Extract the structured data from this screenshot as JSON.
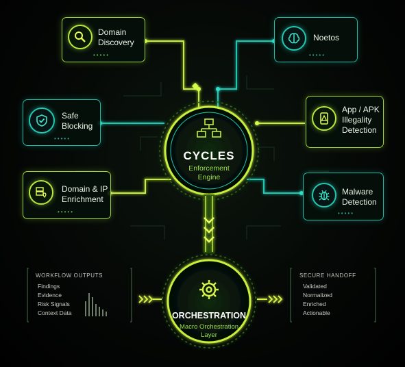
{
  "hub": {
    "title": "CYCLES",
    "subtitle": "Enforcement\nEngine"
  },
  "orchestration": {
    "title": "ORCHESTRATION",
    "subtitle": "Macro Orchestration\nLayer"
  },
  "modules": [
    {
      "id": "domain-discovery",
      "label": "Domain\nDiscovery",
      "icon": "search-icon"
    },
    {
      "id": "noetos",
      "label": "Noetos",
      "icon": "brain-icon"
    },
    {
      "id": "safe-blocking",
      "label": "Safe\nBlocking",
      "icon": "shield-check-icon"
    },
    {
      "id": "app-apk",
      "label": "App / APK\nIllegality\nDetection",
      "icon": "phone-warning-icon"
    },
    {
      "id": "domain-ip",
      "label": "Domain & IP\nEnrichment",
      "icon": "server-location-icon"
    },
    {
      "id": "malware",
      "label": "Malware\nDetection",
      "icon": "bug-icon"
    }
  ],
  "workflow_outputs": {
    "title": "WORKFLOW OUTPUTS",
    "items": [
      "Findings",
      "Evidence",
      "Risk Signals",
      "Context Data"
    ]
  },
  "secure_handoff": {
    "title": "SECURE HANDOFF",
    "items": [
      "Validated",
      "Normalized",
      "Enriched",
      "Actionable"
    ]
  },
  "colors": {
    "lime": "#b7e83c",
    "cyan": "#22c7b2",
    "background": "#000000"
  }
}
